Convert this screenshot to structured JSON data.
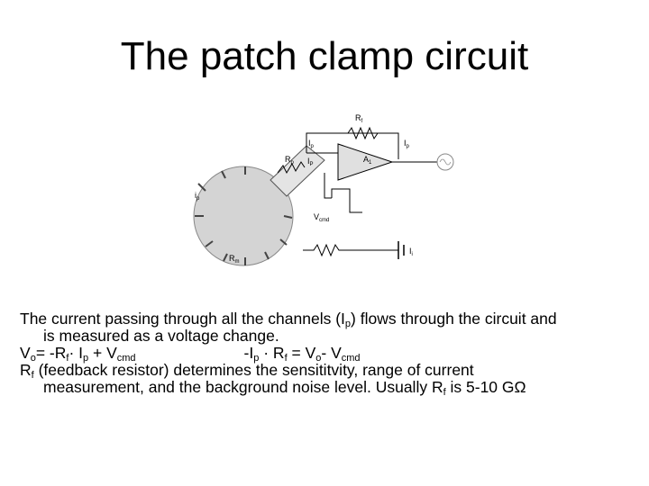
{
  "title": "The patch clamp circuit",
  "diagram": {
    "labels": {
      "rf": "R",
      "rf_sub": "f",
      "ip_top": "I",
      "ip_top_sub": "p",
      "ip_out": "I",
      "ip_out_sub": "p",
      "rp": "R",
      "rp_sub": "p",
      "ip_inner": "I",
      "ip_inner_sub": "P",
      "amp": "A",
      "amp_sub": "1",
      "ip_side": "i",
      "ip_side_sub": "p",
      "rm": "R",
      "rm_sub": "m",
      "vcmd": "V",
      "vcmd_sub": "cmd",
      "batt": "I",
      "batt_sub": "i"
    }
  },
  "text": {
    "p1": {
      "a": "The current passing through all the channels (I",
      "sub": "p",
      "b": ") flows through the circuit and",
      "c": "is measured as a voltage change."
    },
    "p2": {
      "v": "V",
      "o": "o",
      "eq1": "= -R",
      "f": "f",
      "dot1": "· I",
      "p": "p",
      "plus": " + V",
      "cmd": "cmd",
      "neg": "-I",
      "p2": "p",
      "dot2": " · R",
      "f2": "f",
      "eq2": " = V",
      "o2": "o",
      "minus": "- V",
      "cmd2": "cmd"
    },
    "p3": {
      "r": "R",
      "f": "f",
      "a": "  (feedback resistor) determines the sensititvity, range of current",
      "b": "measurement, and the background noise level. Usually R",
      "f2": "f",
      "c": "  is 5-10 GΩ"
    }
  }
}
